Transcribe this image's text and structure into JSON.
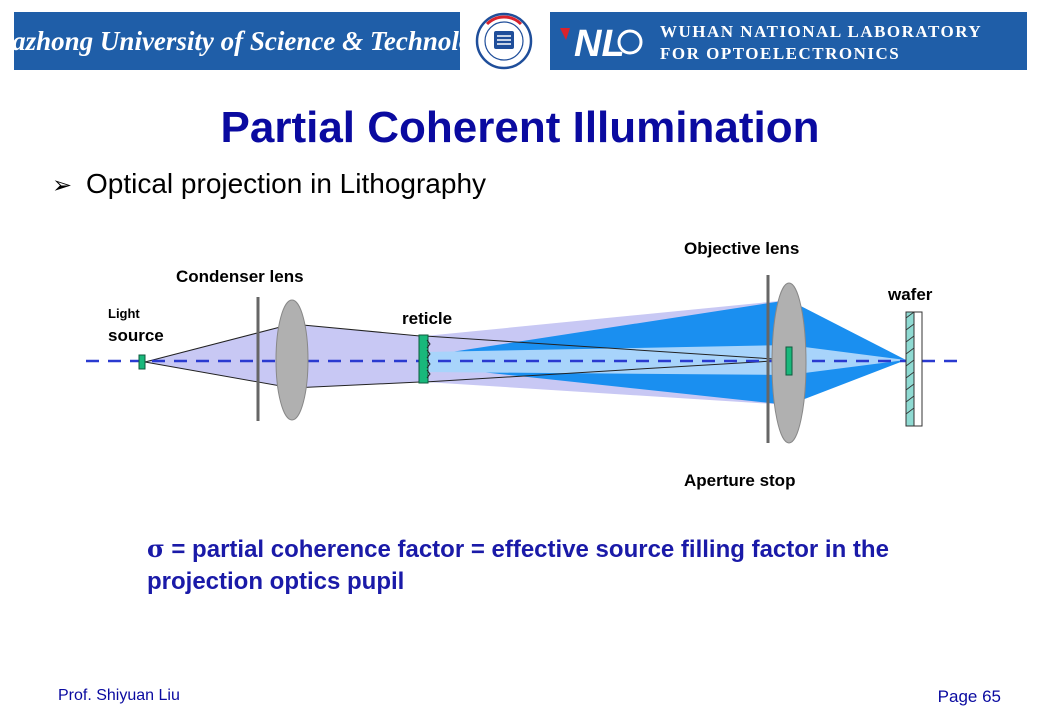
{
  "header": {
    "university_name": "Huazhong University of Science & Technology",
    "lab_line1": "WUHAN NATIONAL LABORATORY",
    "lab_line2": "FOR OPTOELECTRONICS",
    "lab_logo_text": "NL",
    "colors": {
      "banner": "#1f5ea8",
      "lab_logo_accent": "#d9232d"
    }
  },
  "slide": {
    "title": "Partial Coherent Illumination",
    "bullet_text": "Optical projection in Lithography",
    "bullet_icon": "arrow-bullet-icon"
  },
  "diagram": {
    "labels": {
      "light": "Light",
      "source": "source",
      "condenser": "Condenser lens",
      "reticle": "reticle",
      "objective": "Objective lens",
      "wafer": "wafer",
      "aperture": "Aperture stop"
    },
    "colors": {
      "axis": "#2a3ad0",
      "beam_light": "#c8c8f4",
      "beam_blue": "#1a8ff0",
      "beam_pale": "#a8d4fb",
      "lens": "#b0b0b0",
      "component_green": "#19b87b",
      "wafer": "#8fdad2"
    }
  },
  "note": {
    "sigma_symbol": "σ",
    "text": " = partial coherence factor = effective source filling factor in the projection optics pupil"
  },
  "footer": {
    "author": "Prof. Shiyuan Liu",
    "page": "Page 65"
  }
}
